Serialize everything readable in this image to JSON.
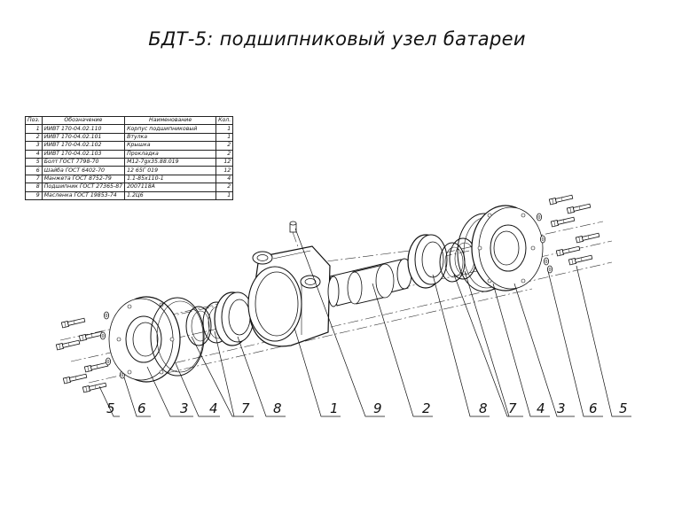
{
  "title": "БДТ-5: подшипниковый узел батареи",
  "spec_table": {
    "headers": [
      "Поз.",
      "Обозначение",
      "Наименование",
      "Кол."
    ],
    "rows": [
      {
        "pos": "1",
        "designation": "ИИВТ 170-04.02.110",
        "name": "Корпус подшипниковый",
        "qty": "1"
      },
      {
        "pos": "2",
        "designation": "ИИВТ 170-04.02.101",
        "name": "Втулка",
        "qty": "1"
      },
      {
        "pos": "3",
        "designation": "ИИВТ 170-04.02.102",
        "name": "Крышка",
        "qty": "2"
      },
      {
        "pos": "4",
        "designation": "ИИВТ 170-04.02.103",
        "name": "Прокладка",
        "qty": "2"
      },
      {
        "pos": "5",
        "designation": "Болт ГОСТ 7798-70",
        "name": "М12-7gх35.88.019",
        "qty": "12"
      },
      {
        "pos": "6",
        "designation": "Шайба ГОСТ 6402-70",
        "name": "12 65Г 019",
        "qty": "12"
      },
      {
        "pos": "7",
        "designation": "Манжета ГОСТ 8752-79",
        "name": "1.1-85х110-1",
        "qty": "4"
      },
      {
        "pos": "8",
        "designation": "Подшипник ГОСТ 27365-87",
        "name": "2007118А",
        "qty": "2"
      },
      {
        "pos": "9",
        "designation": "Масленка ГОСТ 19853-74",
        "name": "1.2Ц6",
        "qty": "1"
      }
    ]
  },
  "callouts": [
    "5",
    "6",
    "3",
    "4",
    "7",
    "8",
    "1",
    "9",
    "2",
    "8",
    "7",
    "4",
    "3",
    "6",
    "5"
  ]
}
